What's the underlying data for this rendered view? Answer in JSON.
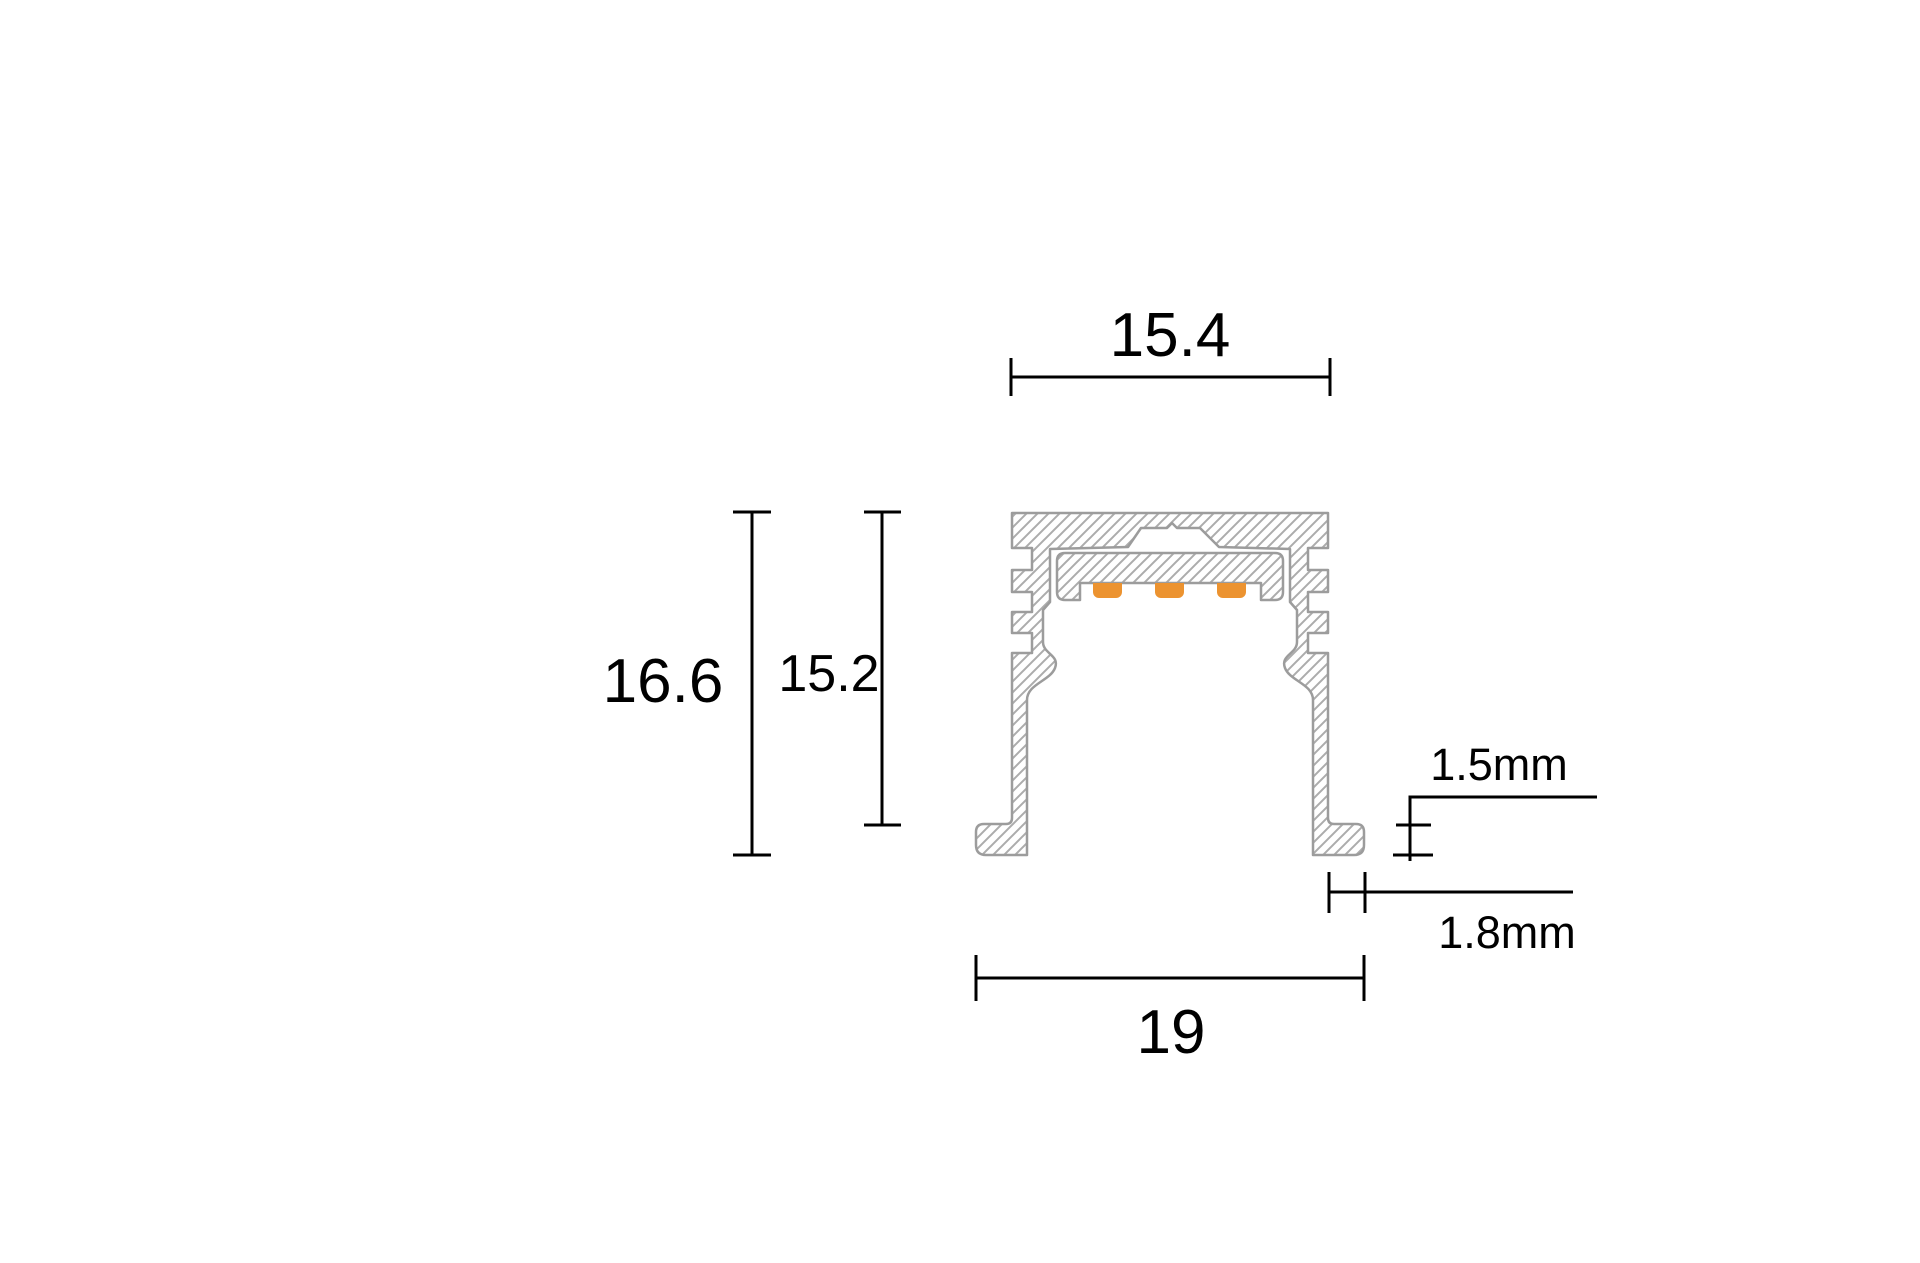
{
  "diagram": {
    "dimensions": {
      "top_width": "15.4",
      "overall_height": "16.6",
      "inner_height": "15.2",
      "flange_thickness": "1.5mm",
      "flange_width": "1.8mm",
      "bottom_width": "19"
    },
    "colors": {
      "background": "#FFFFFF",
      "dimension_lines": "#000000",
      "profile_outline": "#9C9C9C",
      "hatch_lines": "#ACACAC",
      "led": "#EC9330"
    },
    "led_count": 3
  }
}
